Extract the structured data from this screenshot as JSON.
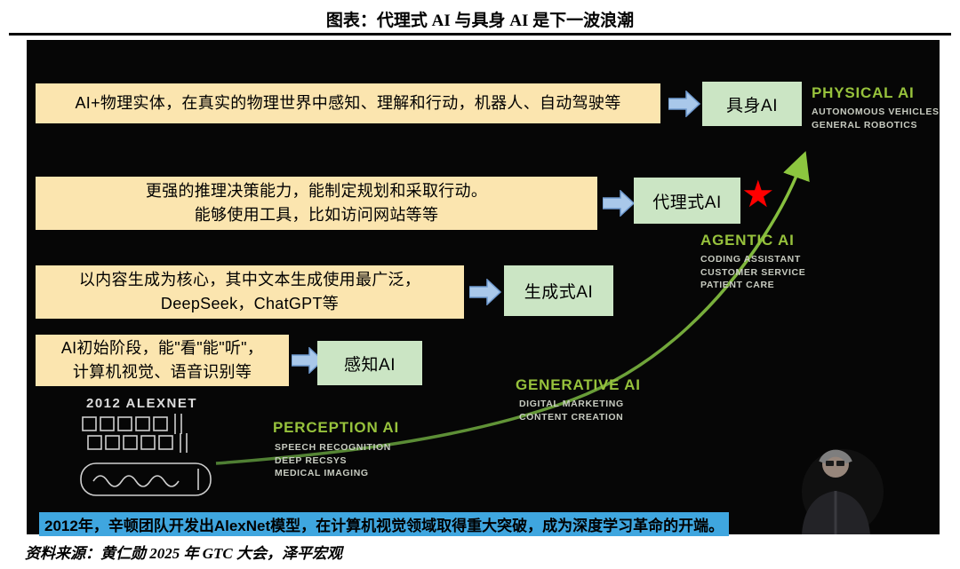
{
  "header": {
    "title": "图表：代理式 AI 与具身 AI 是下一波浪潮"
  },
  "waves": {
    "physical": {
      "desc_line1": "AI+物理实体，在真实的物理世界中感知、理解和行动，机器人、自动驾驶等",
      "label": "具身AI",
      "stage_title": "PHYSICAL AI",
      "items": [
        "AUTONOMOUS VEHICLES",
        "GENERAL ROBOTICS"
      ]
    },
    "agentic": {
      "desc_line1": "更强的推理决策能力，能制定规划和采取行动。",
      "desc_line2": "能够使用工具，比如访问网站等等",
      "label": "代理式AI",
      "stage_title": "AGENTIC AI",
      "items": [
        "CODING ASSISTANT",
        "CUSTOMER SERVICE",
        "PATIENT CARE"
      ]
    },
    "generative": {
      "desc_line1": "以内容生成为核心，其中文本生成使用最广泛，",
      "desc_line2": "DeepSeek，ChatGPT等",
      "label": "生成式AI",
      "stage_title": "GENERATIVE AI",
      "items": [
        "DIGITAL MARKETING",
        "CONTENT CREATION"
      ]
    },
    "perception": {
      "desc_line1": "AI初始阶段，能\"看\"能\"听\"，",
      "desc_line2": "计算机视觉、语音识别等",
      "label": "感知AI",
      "stage_title": "PERCEPTION AI",
      "items": [
        "SPEECH RECOGNITION",
        "DEEP RECSYS",
        "MEDICAL IMAGING"
      ]
    }
  },
  "slide": {
    "alexnet_label": "2012 ALEXNET",
    "caption": "2012年，辛顿团队开发出AlexNet模型，在计算机视觉领域取得重大突破，成为深度学习革命的开端。"
  },
  "footer": {
    "source": "资料来源：黄仁勋 2025 年 GTC 大会，泽平宏观"
  },
  "colors": {
    "desc_box": "#FBE5AF",
    "label_box": "#CBE5C4",
    "flow_arrow": "#A9C8EA",
    "nvidia_green": "#97C23C",
    "caption_highlight": "#3FA6DF",
    "star": "#FF0000"
  }
}
